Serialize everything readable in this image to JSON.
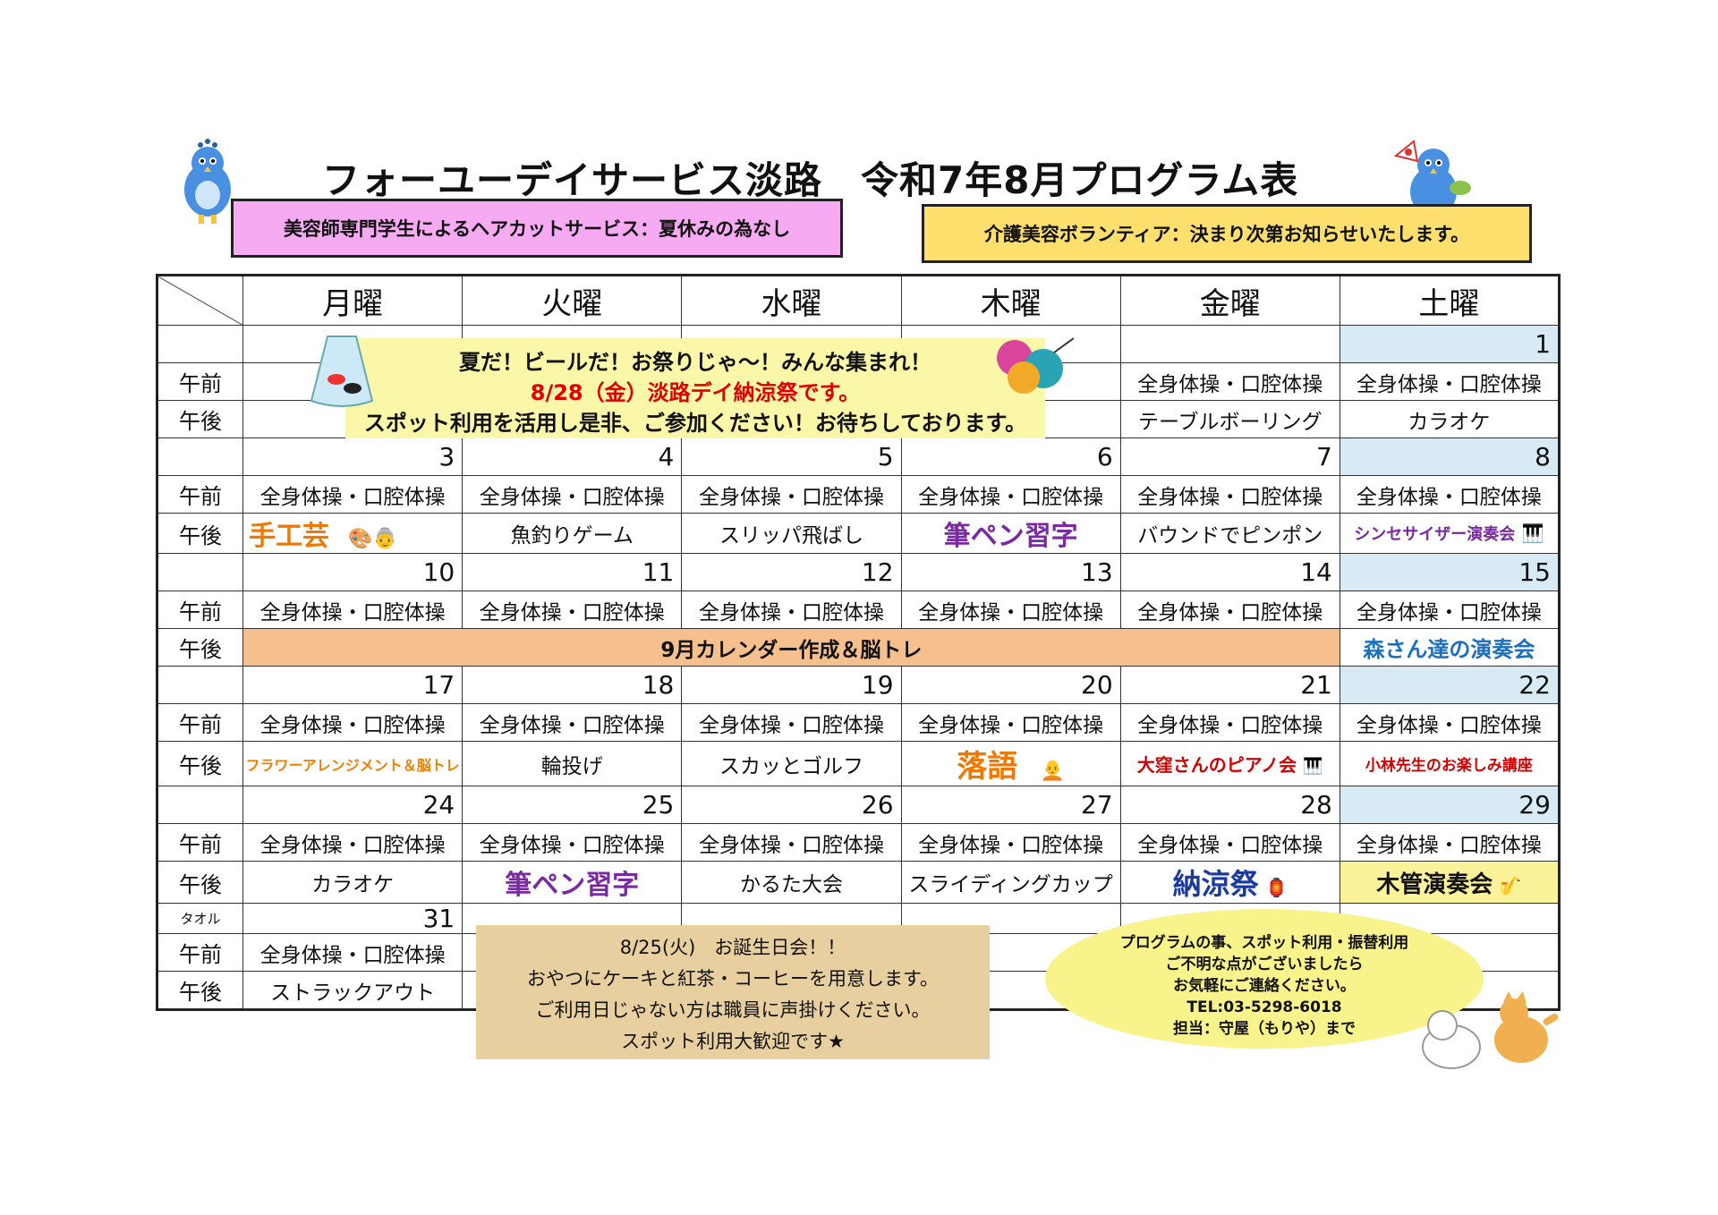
{
  "title": "フォーユーデイサービス淡路　令和7年8月プログラム表",
  "notices": {
    "left": "美容師専門学生によるヘアカットサービス：夏休みの為なし",
    "right": "介護美容ボランティア：決まり次第お知らせいたします。"
  },
  "labels": {
    "am": "午前",
    "pm": "午後",
    "towel": "タオル"
  },
  "weekdays": [
    "月曜",
    "火曜",
    "水曜",
    "木曜",
    "金曜",
    "土曜"
  ],
  "common_am": "全身体操・口腔体操",
  "week1": {
    "dates": [
      "",
      "",
      "",
      "",
      "",
      "1"
    ],
    "pm": [
      "",
      "",
      "",
      "",
      "テーブルボーリング",
      "カラオケ"
    ]
  },
  "week2": {
    "dates": [
      "3",
      "4",
      "5",
      "6",
      "7",
      "8"
    ],
    "pm": [
      "手工芸",
      "魚釣りゲーム",
      "スリッパ飛ばし",
      "筆ペン習字",
      "バウンドでピンポン",
      "シンセサイザー演奏会"
    ]
  },
  "week3": {
    "dates": [
      "10",
      "11",
      "12",
      "13",
      "14",
      "15"
    ],
    "pm_band": "9月カレンダー作成＆脳トレ",
    "pm_sat": "森さん達の演奏会"
  },
  "week4": {
    "dates": [
      "17",
      "18",
      "19",
      "20",
      "21",
      "22"
    ],
    "pm": [
      "フラワーアレンジメント＆脳トレ",
      "輪投げ",
      "スカッとゴルフ",
      "落語",
      "大窪さんのピアノ会",
      "小林先生のお楽しみ講座"
    ]
  },
  "week5": {
    "dates": [
      "24",
      "25",
      "26",
      "27",
      "28",
      "29"
    ],
    "pm": [
      "カラオケ",
      "筆ペン習字",
      "かるた大会",
      "スライディングカップ",
      "納涼祭",
      "木管演奏会"
    ]
  },
  "week6": {
    "date": "31",
    "pm": "ストラックアウト"
  },
  "banner": {
    "line1": "夏だ！ビールだ！お祭りじゃ～！みんな集まれ！",
    "line2": "8/28（金）淡路デイ納涼祭です。",
    "line3": "スポット利用を活用し是非、ご参加ください！お待ちしております。"
  },
  "birthday": {
    "line1": "8/25(火)　お誕生日会！！",
    "line2": "おやつにケーキと紅茶・コーヒーを用意します。",
    "line3": "ご利用日じゃない方は職員に声掛けください。",
    "line4": "スポット利用大歓迎です★"
  },
  "contact": {
    "line1": "プログラムの事、スポット利用・振替利用",
    "line2": "ご不明な点がございましたら",
    "line3": "お気軽にご連絡ください。",
    "line4": "TEL:03-5298-6018",
    "line5": "担当：守屋（もりや）まで"
  },
  "colors": {
    "notice_left": "#f6aaf2",
    "notice_right": "#fcdf6c",
    "saturday": "#d8eaf4",
    "band": "#f6bf8e",
    "banner": "#fbf7a9",
    "birthday": "#e7cfa0",
    "contact": "#f8f38a"
  }
}
